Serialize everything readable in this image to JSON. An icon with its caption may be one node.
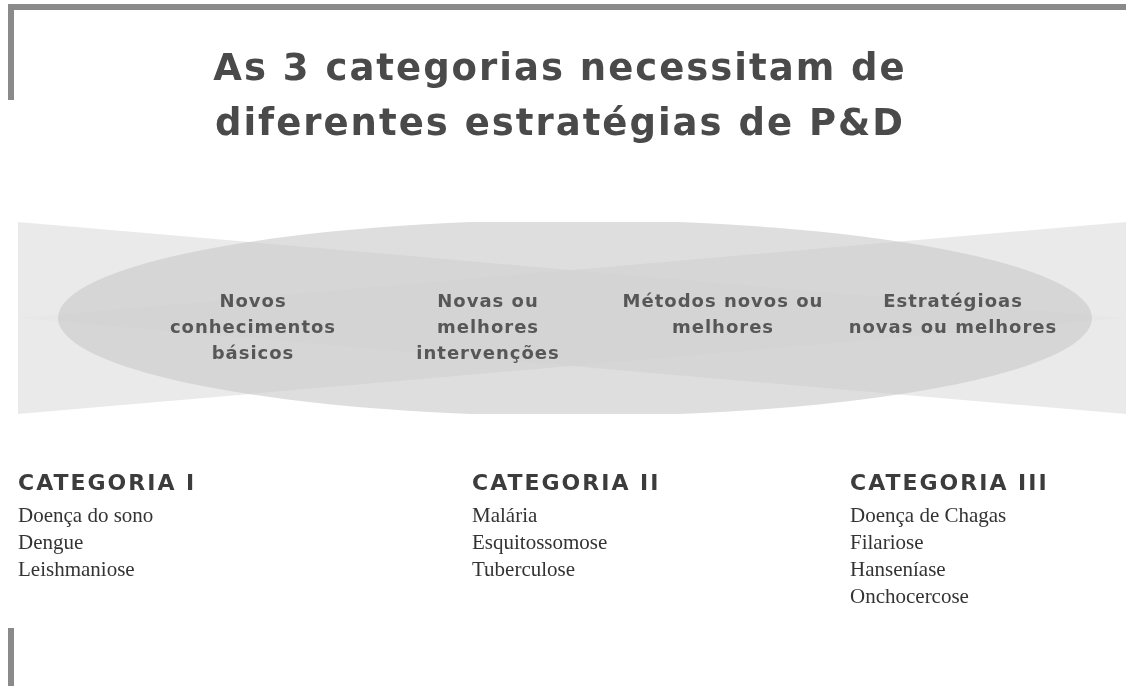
{
  "diagram": {
    "title": "As 3 categorias necessitam  de diferentes estratégias de P&D",
    "nodes": [
      {
        "text": [
          "Novos conhecimentos básicos",
          "Novas ou melhores intervenções",
          "Métodos novos ou melhores",
          "Estratégioas novas ou melhores"
        ]
      }
    ],
    "labels": [
      "CATEGORIA I",
      "Doença do sono",
      "Dengue",
      "Leishmaniose",
      "CATEGORIA II",
      "Malária",
      "Esquitossomose",
      "Tuberculose",
      "CATEGORIA III",
      "Doença de Chagas",
      "Filariose",
      "Hanseníase",
      "Onchocercose"
    ]
  }
}
